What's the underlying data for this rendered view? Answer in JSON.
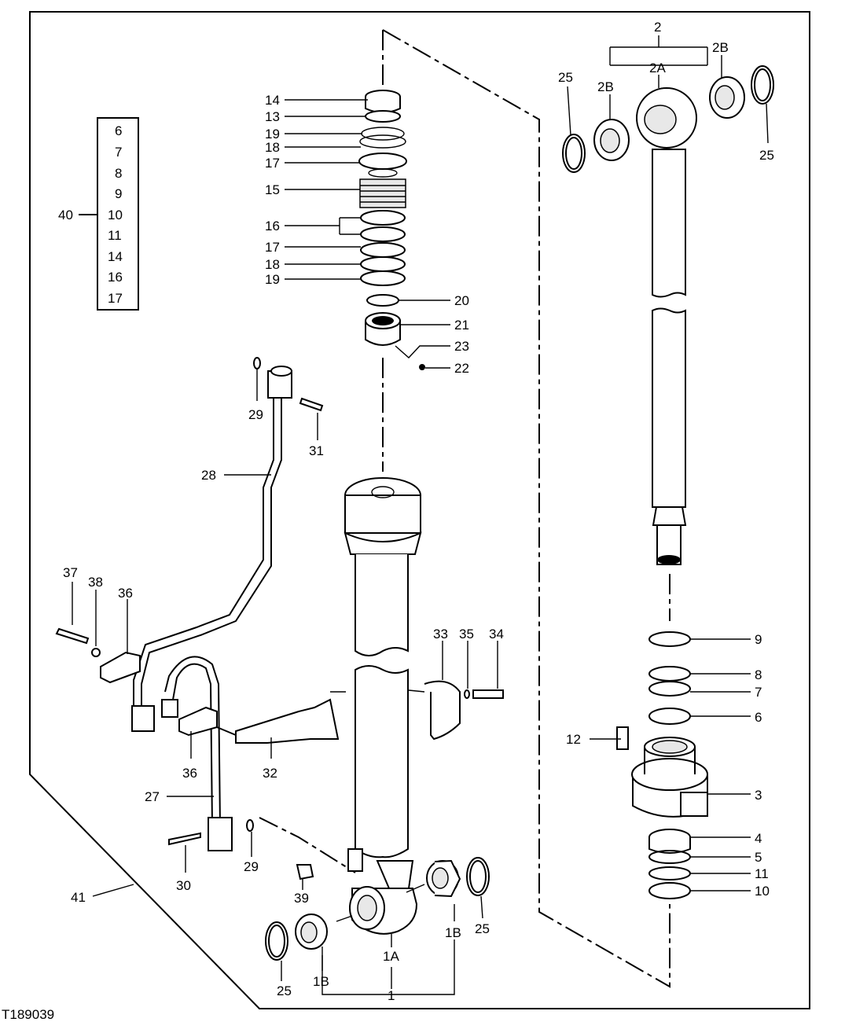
{
  "figure_id": "T189039",
  "kit_box": {
    "label": "40",
    "items": [
      "6",
      "7",
      "8",
      "9",
      "10",
      "11",
      "14",
      "16",
      "17"
    ]
  },
  "callouts": {
    "c2": "2",
    "c2a": "2A",
    "c2b_left": "2B",
    "c2b_right": "2B",
    "c25_tl": "25",
    "c25_tr": "25",
    "c25_bl": "25",
    "c25_br": "25",
    "c14": "14",
    "c13": "13",
    "c19_top": "19",
    "c18_top": "18",
    "c17_top": "17",
    "c15": "15",
    "c16": "16",
    "c17_bot": "17",
    "c18_bot": "18",
    "c19_bot": "19",
    "c20": "20",
    "c21": "21",
    "c23": "23",
    "c22": "22",
    "c29_top": "29",
    "c31": "31",
    "c28": "28",
    "c37": "37",
    "c38": "38",
    "c36_top": "36",
    "c36_bot": "36",
    "c33": "33",
    "c35": "35",
    "c34": "34",
    "c32": "32",
    "c27": "27",
    "c30": "30",
    "c29_bot": "29",
    "c39": "39",
    "c41": "41",
    "c1": "1",
    "c1a": "1A",
    "c1b_left": "1B",
    "c1b_right": "1B",
    "c9": "9",
    "c8": "8",
    "c7": "7",
    "c6": "6",
    "c12": "12",
    "c3": "3",
    "c4": "4",
    "c5": "5",
    "c11": "11",
    "c10": "10"
  }
}
